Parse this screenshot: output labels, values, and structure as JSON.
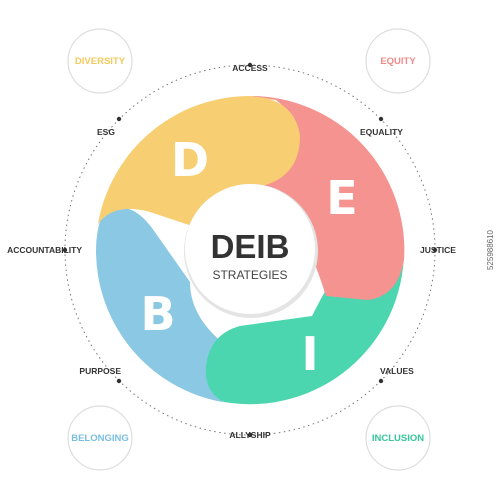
{
  "center": {
    "title": "DEIB",
    "subtitle": "STRATEGIES"
  },
  "segments": [
    {
      "letter": "D",
      "color": "#F7CF72"
    },
    {
      "letter": "E",
      "color": "#F49390"
    },
    {
      "letter": "I",
      "color": "#4CD6B0"
    },
    {
      "letter": "B",
      "color": "#8BC8E3"
    }
  ],
  "corner_badges": [
    {
      "label": "DIVERSITY",
      "color": "#F4C85C"
    },
    {
      "label": "EQUITY",
      "color": "#F08A8A"
    },
    {
      "label": "BELONGING",
      "color": "#79BEE0"
    },
    {
      "label": "INCLUSION",
      "color": "#34C79A"
    }
  ],
  "ring_labels": [
    "ACCESS",
    "EQUALITY",
    "JUSTICE",
    "VALUES",
    "ALLYSHIP",
    "PURPOSE",
    "ACCOUNTABILITY",
    "ESG"
  ],
  "watermark_id": "525988610",
  "colors": {
    "ring_dots": "#333333",
    "center_text": "#333333",
    "badge_ring": "#DDDDDD"
  }
}
